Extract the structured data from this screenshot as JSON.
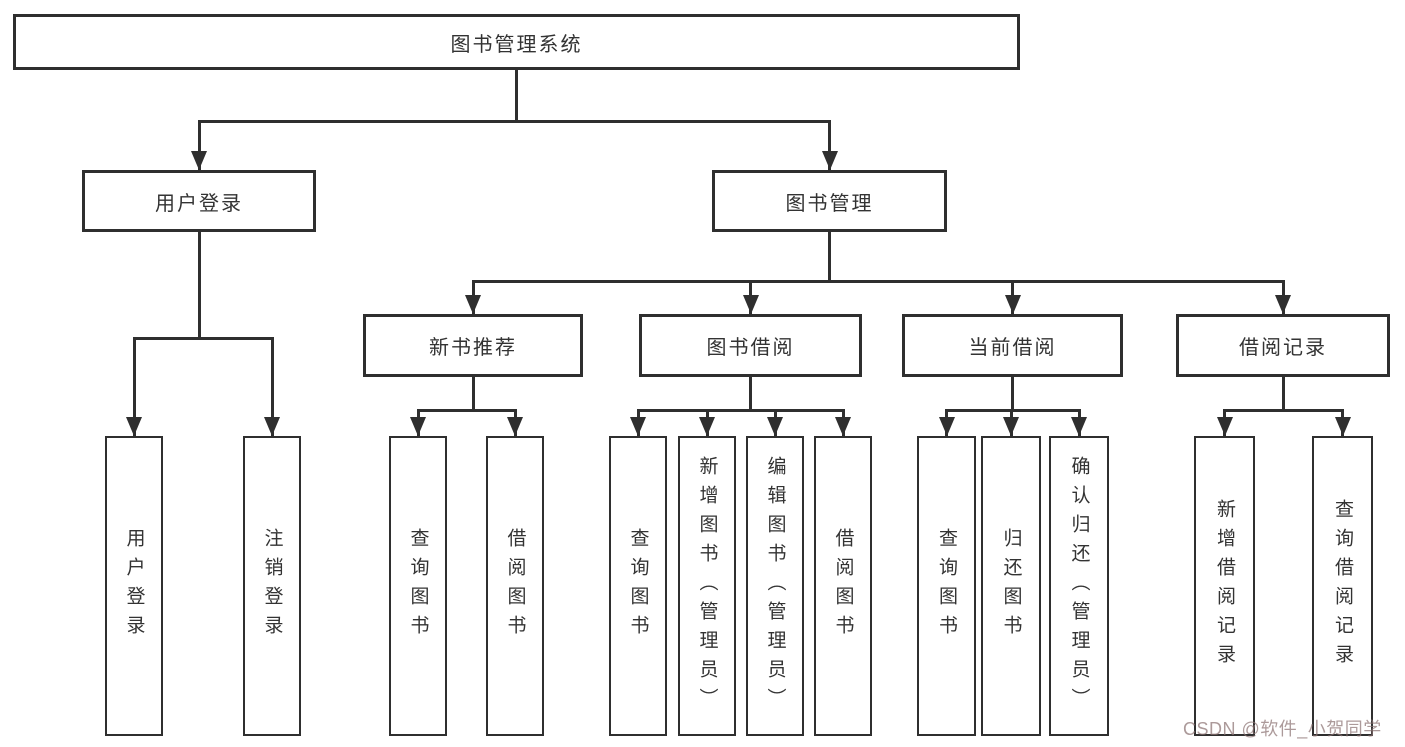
{
  "diagram": {
    "type": "hierarchy-tree",
    "root": {
      "label": "图书管理系统"
    },
    "level1": [
      {
        "label": "用户登录"
      },
      {
        "label": "图书管理"
      }
    ],
    "level2": [
      {
        "label": "新书推荐",
        "parent": "图书管理"
      },
      {
        "label": "图书借阅",
        "parent": "图书管理"
      },
      {
        "label": "当前借阅",
        "parent": "图书管理"
      },
      {
        "label": "借阅记录",
        "parent": "图书管理"
      }
    ],
    "leaves": {
      "user_login": [
        "用户登录",
        "注销登录"
      ],
      "new_book_rec": [
        "查询图书",
        "借阅图书"
      ],
      "book_borrow": [
        "查询图书",
        "新增图书（管理员）",
        "编辑图书（管理员）",
        "借阅图书"
      ],
      "current_borrow": [
        "查询图书",
        "归还图书",
        "确认归还（管理员）"
      ],
      "borrow_records": [
        "新增借阅记录",
        "查询借阅记录"
      ]
    },
    "colors": {
      "line": "#2f2f2f",
      "text": "#333333",
      "background": "#ffffff",
      "watermark": "#ac8f8f"
    },
    "watermark": "CSDN @软件_小贺同学"
  }
}
